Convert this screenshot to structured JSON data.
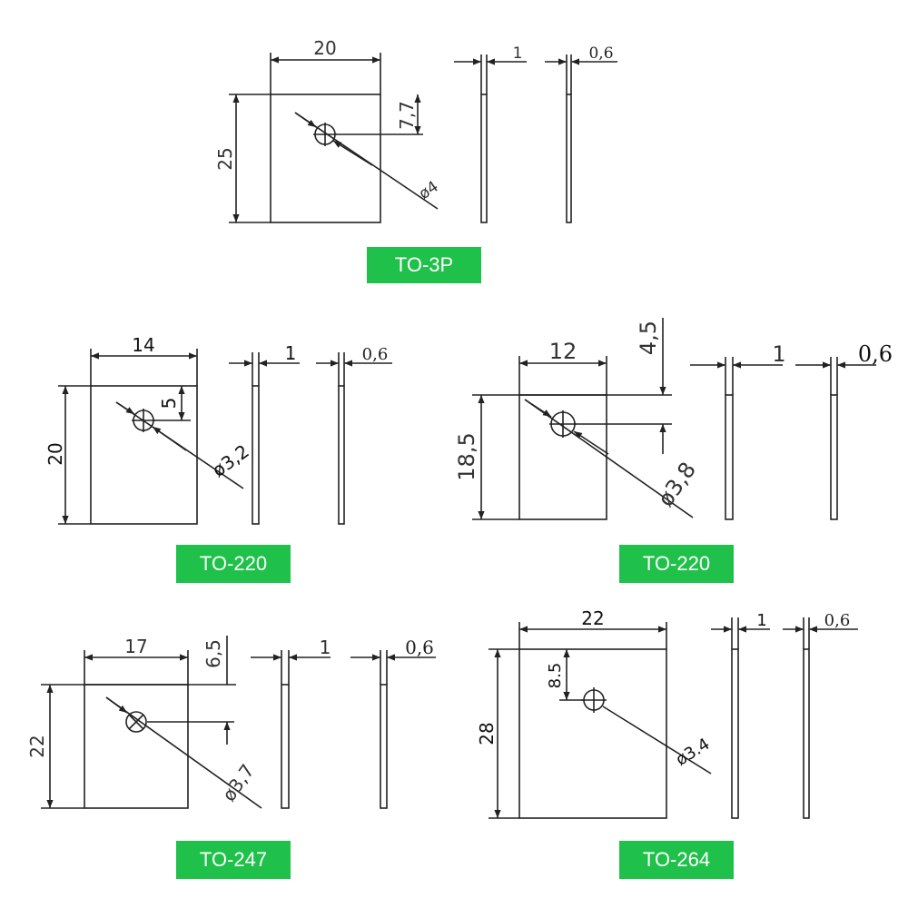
{
  "colors": {
    "line": "#222222",
    "badge_bg": "#1fc14a",
    "badge_text": "#ffffff"
  },
  "panels": [
    {
      "id": "to-3p",
      "package": "TO-3P",
      "width": "20",
      "height": "25",
      "hole_offset": "7,7",
      "hole_diameter": "ø4",
      "thickness_a": "1",
      "thickness_b": "0,6"
    },
    {
      "id": "to-220-a",
      "package": "TO-220",
      "width": "14",
      "height": "20",
      "hole_offset": "5",
      "hole_diameter": "ø3,2",
      "thickness_a": "1",
      "thickness_b": "0,6"
    },
    {
      "id": "to-220-b",
      "package": "TO-220",
      "width": "12",
      "height": "18,5",
      "hole_offset": "4,5",
      "hole_diameter": "ø3,8",
      "thickness_a": "1",
      "thickness_b": "0,6"
    },
    {
      "id": "to-247",
      "package": "TO-247",
      "width": "17",
      "height": "22",
      "hole_offset": "6,5",
      "hole_diameter": "ø3,7",
      "thickness_a": "1",
      "thickness_b": "0,6"
    },
    {
      "id": "to-264",
      "package": "TO-264",
      "width": "22",
      "height": "28",
      "hole_offset": "8.5",
      "hole_diameter": "ø3.4",
      "thickness_a": "1",
      "thickness_b": "0,6"
    }
  ]
}
